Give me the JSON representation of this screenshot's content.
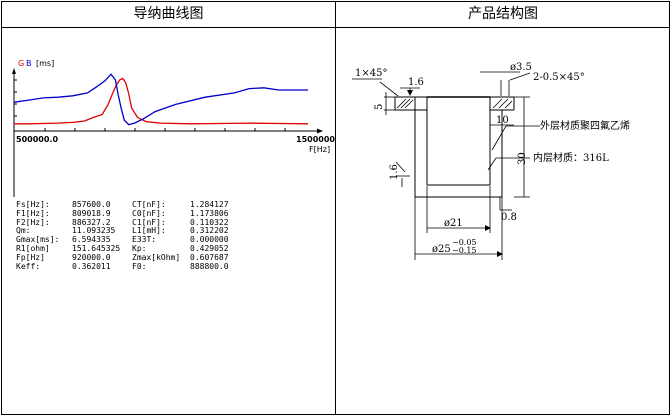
{
  "headers": {
    "left": "导纳曲线图",
    "right": "产品结构图"
  },
  "chart_data": {
    "type": "line",
    "title": "",
    "legend": [
      "G",
      "B"
    ],
    "y_unit_label": "[ms]",
    "xlabel": "F[Hz]",
    "x_min_label": "500000.0",
    "x_max_label": "1500000",
    "xlim": [
      500000,
      1500000
    ],
    "series": [
      {
        "name": "G",
        "color": "#e00000",
        "x": [
          500000,
          550000,
          600000,
          650000,
          700000,
          740000,
          770000,
          800000,
          820000,
          840000,
          850000,
          860000,
          870000,
          880000,
          890000,
          900000,
          920000,
          950000,
          1000000,
          1100000,
          1200000,
          1300000,
          1400000,
          1500000
        ],
        "y": [
          0.3,
          0.3,
          0.35,
          0.4,
          0.5,
          0.7,
          1.2,
          1.6,
          3.0,
          5.0,
          5.8,
          6.4,
          6.6,
          6.0,
          4.5,
          2.5,
          1.2,
          0.6,
          0.4,
          0.3,
          0.35,
          0.4,
          0.35,
          0.3
        ]
      },
      {
        "name": "B",
        "color": "#0000cc",
        "x": [
          500000,
          550000,
          600000,
          650000,
          700000,
          750000,
          780000,
          810000,
          830000,
          845000,
          855000,
          865000,
          875000,
          890000,
          910000,
          940000,
          980000,
          1050000,
          1150000,
          1250000,
          1300000,
          1350000,
          1400000,
          1500000
        ],
        "y": [
          3.3,
          3.6,
          3.9,
          4.0,
          4.2,
          4.6,
          5.4,
          6.3,
          7.2,
          6.4,
          4.2,
          2.4,
          0.8,
          0.2,
          0.4,
          1.0,
          2.0,
          3.0,
          4.0,
          4.6,
          5.2,
          5.3,
          5.0,
          5.0
        ]
      }
    ]
  },
  "params_left": [
    {
      "k": "Fs[Hz]:",
      "v": "857600.0"
    },
    {
      "k": "F1[Hz]:",
      "v": "809018.9"
    },
    {
      "k": "F2[Hz]:",
      "v": "886327.2"
    },
    {
      "k": "Qm:",
      "v": "11.093235"
    },
    {
      "k": "Gmax[ms]:",
      "v": "6.594335"
    },
    {
      "k": "R1[ohm]",
      "v": "151.645325"
    },
    {
      "k": "Fp[Hz]",
      "v": "920000.0"
    },
    {
      "k": "Keff:",
      "v": "0.362011"
    }
  ],
  "params_right": [
    {
      "k": "CT[nF]:",
      "v": "1.284127"
    },
    {
      "k": "C0[nF]:",
      "v": "1.173806"
    },
    {
      "k": "C1[nF]:",
      "v": "0.110322"
    },
    {
      "k": "L1[mH]:",
      "v": "0.312202"
    },
    {
      "k": "E33T:",
      "v": "0.000000"
    },
    {
      "k": "Kp:",
      "v": "0.429052"
    },
    {
      "k": "Zmax[kOhm]",
      "v": "0.607687"
    },
    {
      "k": "F0:",
      "v": "888800.0"
    }
  ],
  "drawing": {
    "chamfer_left": "1×45°",
    "rough_top": "1.6",
    "dim_5": "5",
    "dia_35": "ø3.5",
    "chamfer_right": "2-0.5×45°",
    "dim_10": "10",
    "outer_material": "外层材质聚四氟乙烯",
    "dim_30": "30",
    "inner_material": "内层材质：316L",
    "rough_left": "1.6",
    "rough_bottom": "0.8",
    "dia_21": "ø21",
    "dia_25": "ø25",
    "tol_upper": "−0.05",
    "tol_lower": "−0.15"
  }
}
